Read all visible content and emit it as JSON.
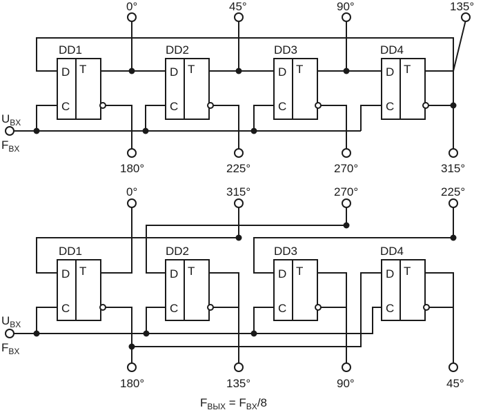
{
  "colors": {
    "ink": "#1a1a1a",
    "background": "#ffffff"
  },
  "top": {
    "chips": [
      {
        "name": "DD1",
        "d": "D",
        "t": "T",
        "c": "C"
      },
      {
        "name": "DD2",
        "d": "D",
        "t": "T",
        "c": "C"
      },
      {
        "name": "DD3",
        "d": "D",
        "t": "T",
        "c": "C"
      },
      {
        "name": "DD4",
        "d": "D",
        "t": "T",
        "c": "C"
      }
    ],
    "top_outputs": [
      "0°",
      "45°",
      "90°",
      "135°"
    ],
    "bottom_outputs": [
      "180°",
      "225°",
      "270°",
      "315°"
    ],
    "input_u": {
      "main": "U",
      "sub": "BX"
    },
    "input_f": {
      "main": "F",
      "sub": "BX"
    }
  },
  "bottom": {
    "chips": [
      {
        "name": "DD1",
        "d": "D",
        "t": "T",
        "c": "C"
      },
      {
        "name": "DD2",
        "d": "D",
        "t": "T",
        "c": "C"
      },
      {
        "name": "DD3",
        "d": "D",
        "t": "T",
        "c": "C"
      },
      {
        "name": "DD4",
        "d": "D",
        "t": "T",
        "c": "C"
      }
    ],
    "top_outputs": [
      "0°",
      "315°",
      "270°",
      "225°"
    ],
    "bottom_outputs": [
      "180°",
      "135°",
      "90°",
      "45°"
    ],
    "input_u": {
      "main": "U",
      "sub": "BX"
    },
    "input_f": {
      "main": "F",
      "sub": "BX"
    }
  },
  "formula": {
    "lhs_main": "F",
    "lhs_sub": "ВЫХ",
    "equals": " = F",
    "rhs_sub": "BX",
    "rhs_tail": "/8"
  }
}
